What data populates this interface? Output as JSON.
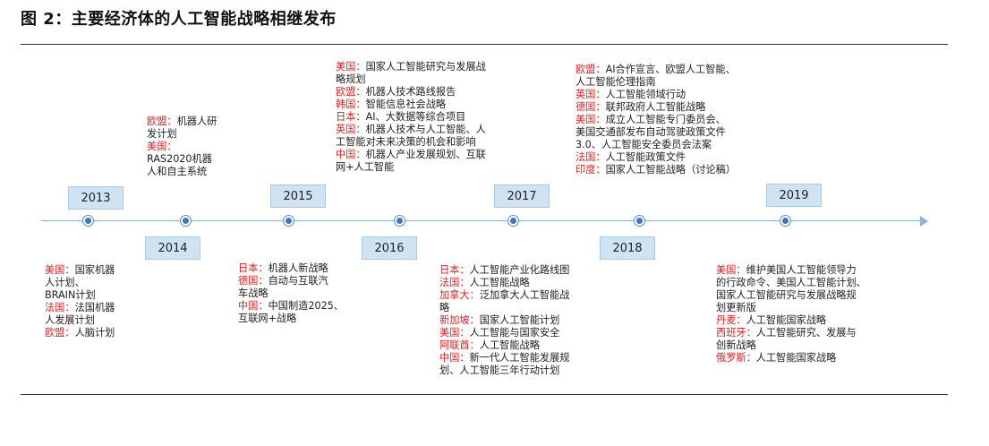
{
  "title": "图 2：主要经济体的人工智能战略相继发布",
  "years": {
    "y2013": "2013",
    "y2014": "2014",
    "y2015": "2015",
    "y2016": "2016",
    "y2017": "2017",
    "y2018": "2018",
    "y2019": "2019"
  },
  "notes": {
    "n2013": [
      {
        "c": "美国：",
        "t": "国家机器"
      },
      {
        "c": "",
        "t": "人计划、"
      },
      {
        "c": "",
        "t": "BRAIN计划"
      },
      {
        "c": "法国：",
        "t": "法国机器"
      },
      {
        "c": "",
        "t": "人发展计划"
      },
      {
        "c": "欧盟：",
        "t": "人脑计划"
      }
    ],
    "n2014": [
      {
        "c": "欧盟：",
        "t": "机器人研"
      },
      {
        "c": "",
        "t": "发计划"
      },
      {
        "c": "美国：",
        "t": ""
      },
      {
        "c": "",
        "t": "RAS2020机器"
      },
      {
        "c": "",
        "t": "人和自主系统"
      }
    ],
    "n2015": [
      {
        "c": "日本：",
        "t": "机器人新战略"
      },
      {
        "c": "德国：",
        "t": "自动与互联汽"
      },
      {
        "c": "",
        "t": "车战略"
      },
      {
        "c": "中国：",
        "t": "中国制造2025、"
      },
      {
        "c": "",
        "t": "互联网+战略"
      }
    ],
    "n2016": [
      {
        "c": "美国：",
        "t": "国家人工智能研究与发展战"
      },
      {
        "c": "",
        "t": "略规划"
      },
      {
        "c": "欧盟：",
        "t": "机器人技术路线报告"
      },
      {
        "c": "韩国：",
        "t": "智能信息社会战略"
      },
      {
        "c": "日本：",
        "t": "AI、大数据等综合项目"
      },
      {
        "c": "英国：",
        "t": "机器人技术与人工智能、人"
      },
      {
        "c": "",
        "t": "工智能对未来决策的机会和影响"
      },
      {
        "c": "中国：",
        "t": "机器人产业发展规划、互联"
      },
      {
        "c": "",
        "t": "网+人工智能"
      }
    ],
    "n2017": [
      {
        "c": "日本：",
        "t": "人工智能产业化路线图"
      },
      {
        "c": "法国：",
        "t": "人工智能战略"
      },
      {
        "c": "加拿大：",
        "t": "泛加拿大人工智能战"
      },
      {
        "c": "",
        "t": "略"
      },
      {
        "c": "新加坡：",
        "t": "国家人工智能计划"
      },
      {
        "c": "美国：",
        "t": "人工智能与国家安全"
      },
      {
        "c": "阿联酋：",
        "t": "人工智能战略"
      },
      {
        "c": "中国：",
        "t": "新一代人工智能发展规"
      },
      {
        "c": "",
        "t": "划、人工智能三年行动计划"
      }
    ],
    "n2018": [
      {
        "c": "欧盟：",
        "t": "AI合作宣言、欧盟人工智能、"
      },
      {
        "c": "",
        "t": "人工智能伦理指南"
      },
      {
        "c": "英国：",
        "t": "人工智能领域行动"
      },
      {
        "c": "德国：",
        "t": "联邦政府人工智能战略"
      },
      {
        "c": "美国：",
        "t": "成立人工智能专门委员会、"
      },
      {
        "c": "",
        "t": "美国交通部发布自动驾驶政策文件"
      },
      {
        "c": "",
        "t": "3.0、人工智能安全委员会法案"
      },
      {
        "c": "法国：",
        "t": "人工智能政策文件"
      },
      {
        "c": "印度：",
        "t": "国家人工智能战略（讨论稿）"
      }
    ],
    "n2019": [
      {
        "c": "美国：",
        "t": "维护美国人工智能领导力"
      },
      {
        "c": "",
        "t": "的行政命令、美国人工智能计划、"
      },
      {
        "c": "",
        "t": "国家人工智能研究与发展战略规"
      },
      {
        "c": "",
        "t": "划更新版"
      },
      {
        "c": "丹麦：",
        "t": "人工智能国家战略"
      },
      {
        "c": "西班牙：",
        "t": "人工智能研究、发展与"
      },
      {
        "c": "",
        "t": "创新战略"
      },
      {
        "c": "俄罗斯：",
        "t": "人工智能国家战略"
      }
    ]
  },
  "colors": {
    "country": "#e02020",
    "axis": "#8fb2d8",
    "year_box": "#cfe3f3",
    "dot": "#3f76be"
  }
}
